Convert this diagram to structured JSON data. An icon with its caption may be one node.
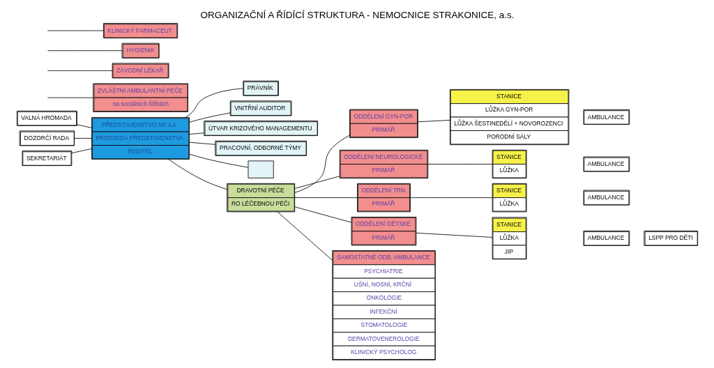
{
  "diagram": {
    "title": "ORGANIZAČNÍ A ŘÍDÍCÍ STRUKTURA - NEMOCNICE STRAKONICE, a.s.",
    "nodes": [
      {
        "text": [
          "VALNÁ HROMADA"
        ]
      },
      {
        "text": [
          "DOZORČÍ RADA"
        ]
      },
      {
        "text": [
          "SEKRETARIÁT"
        ]
      },
      {
        "text": [
          "PŘEDSTAVENSTVO NS a.s.",
          "PŘEDSEDA PŘEDSTAVENSTVA",
          "ŘEDITEL"
        ]
      },
      {
        "text": [
          "PRÁVNÍK"
        ]
      },
      {
        "text": [
          "VNITŘNÍ AUDITOR"
        ]
      },
      {
        "text": [
          "ÚTVAR KRIZOVÉHO MANAGEMENTU"
        ]
      },
      {
        "text": [
          "PRACOVNÍ, ODBORNÉ TÝMY"
        ]
      },
      {
        "text": [],
        "shape": "box"
      },
      {
        "text": [
          "DRAVOTNÍ PÉČE",
          "RO LÉČEBNOU PÉČI"
        ]
      },
      {
        "text": [
          "ODDĚLENÍ GYN-POR",
          "PRIMÁŘ"
        ]
      },
      {
        "text": [
          "STANICE",
          "LŮŽKA GYN-POR",
          "LŮŽKA ŠESTINEDĚLÍ + NOVOROZENCI",
          "PORODNÍ SÁLY"
        ]
      },
      {
        "text": [
          "AMBULANCE"
        ]
      },
      {
        "text": [
          "ODDĚLENÍ NEUROLOGICKÉ",
          "PRIMÁŘ"
        ]
      },
      {
        "text": [
          "STANICE",
          "LŮŽKA"
        ]
      },
      {
        "text": [
          "AMBULANCE"
        ]
      },
      {
        "text": [
          "ODDĚLENÍ TRN",
          "PRIMÁŘ"
        ]
      },
      {
        "text": [
          "STANICE",
          "LŮŽKA"
        ]
      },
      {
        "text": [
          "AMBULANCE"
        ]
      },
      {
        "text": [
          "ODDĚLENÍ DĚTSKÉ",
          "PRIMÁŘ"
        ]
      },
      {
        "text": [
          "STANICE",
          "LŮŽKA",
          "JIP"
        ]
      },
      {
        "text": [
          "AMBULANCE"
        ]
      },
      {
        "text": [
          "LSPP PRO DĚTI"
        ]
      },
      {
        "text": [
          "SAMOSTATNÉ ODB. AMBULANCE",
          "PSYCHIATRIE",
          "UŠNÍ, NOSNÍ, KRČNÍ",
          "ONKOLOGIE",
          "INFEKČNÍ",
          "STOMATOLOGIE",
          "DERMATOVENEROLOGIE",
          "KLINICKÝ PSYCHOLOG"
        ]
      },
      {
        "text": [
          "ZVLÁŠTNÍ AMBULANTNÍ PÉČE",
          "na sociálních lůžkách"
        ]
      },
      {
        "text": [
          "ZÁVODNÍ LÉKAŘ"
        ]
      },
      {
        "text": [
          "HYGIENIK"
        ]
      },
      {
        "text": [
          "KLINICKÝ FARMACEUT"
        ]
      }
    ],
    "edges": [
      {
        "from": 0,
        "to": 3,
        "arrow": "none"
      },
      {
        "from": 1,
        "to": 3,
        "arrow": "none"
      },
      {
        "from": 2,
        "to": 3,
        "arrow": "none"
      },
      {
        "from": 3,
        "to": 4,
        "arrow": "none"
      },
      {
        "from": 3,
        "to": 5,
        "arrow": "none"
      },
      {
        "from": 3,
        "to": 6,
        "arrow": "none"
      },
      {
        "from": 3,
        "to": 7,
        "arrow": "none"
      },
      {
        "from": 3,
        "to": 8,
        "arrow": "none"
      },
      {
        "from": 3,
        "to": 9,
        "arrow": "none"
      },
      {
        "from": 9,
        "to": 10,
        "arrow": "none"
      },
      {
        "from": 9,
        "to": 13,
        "arrow": "none"
      },
      {
        "from": 9,
        "to": 16,
        "arrow": "none"
      },
      {
        "from": 9,
        "to": 19,
        "arrow": "none"
      },
      {
        "from": 9,
        "to": 23,
        "arrow": "none"
      },
      {
        "from": 10,
        "to": 11,
        "arrow": "none"
      },
      {
        "from": 13,
        "to": 14,
        "arrow": "none"
      },
      {
        "from": 16,
        "to": 17,
        "arrow": "none"
      },
      {
        "from": 19,
        "to": 20,
        "arrow": "none"
      },
      {
        "from": null,
        "to": 24,
        "arrow": "none"
      },
      {
        "from": null,
        "to": 25,
        "arrow": "none"
      },
      {
        "from": null,
        "to": 26,
        "arrow": "none"
      },
      {
        "from": null,
        "to": 27,
        "arrow": "none"
      }
    ]
  }
}
